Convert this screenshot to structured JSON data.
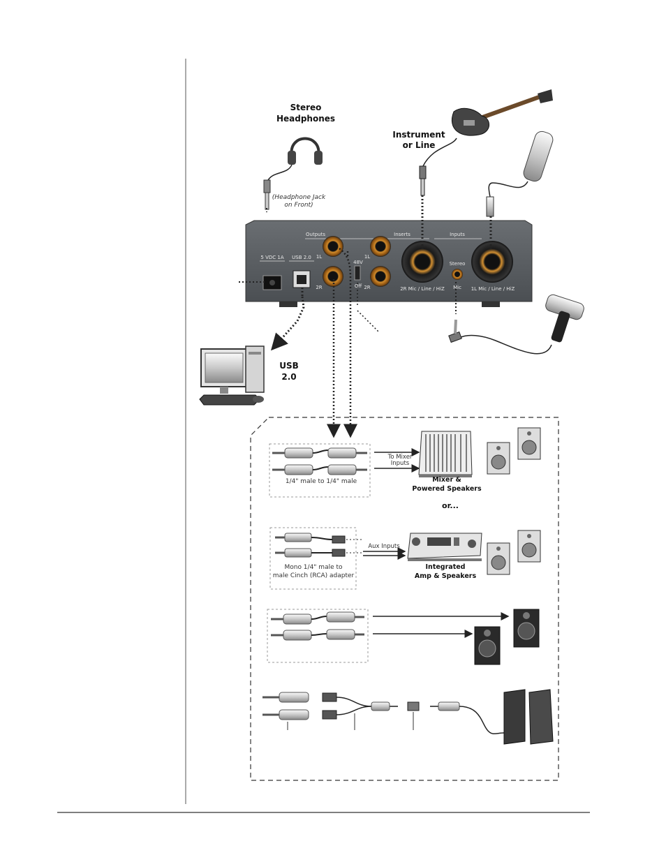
{
  "labels": {
    "headphones_line1": "Stereo",
    "headphones_line2": "Headphones",
    "headphone_note_line1": "(Headphone Jack",
    "headphone_note_line2": "on Front)",
    "instrument_line1": "Instrument",
    "instrument_line2": "or Line",
    "usb_line1": "USB",
    "usb_line2": "2.0"
  },
  "panel": {
    "outputs": "Outputs",
    "inserts": "Inserts",
    "inputs": "Inputs",
    "power": "5 VDC 1A",
    "usb": "USB 2.0",
    "out_1l": "1L",
    "out_2r": "2R",
    "ins_1l": "1L",
    "ins_2r": "2R",
    "phantom_on": "48V",
    "phantom_off": "Off",
    "combo_2r": "2R Mic / Line / HiZ",
    "combo_1l": "1L Mic / Line / HiZ",
    "stereo": "Stereo",
    "mic": "Mic"
  },
  "options": {
    "mixer_cable": "1/4\" male to 1/4\" male",
    "to_mixer_line1": "To Mixer",
    "to_mixer_line2": "Inputs",
    "mixer_line1": "Mixer &",
    "mixer_line2": "Powered Speakers",
    "or": "or...",
    "aux_inputs": "Aux Inputs",
    "rca_line1": "Mono 1/4\" male to",
    "rca_line2": "male Cinch (RCA) adapter",
    "amp_line1": "Integrated",
    "amp_line2": "Amp & Speakers"
  }
}
